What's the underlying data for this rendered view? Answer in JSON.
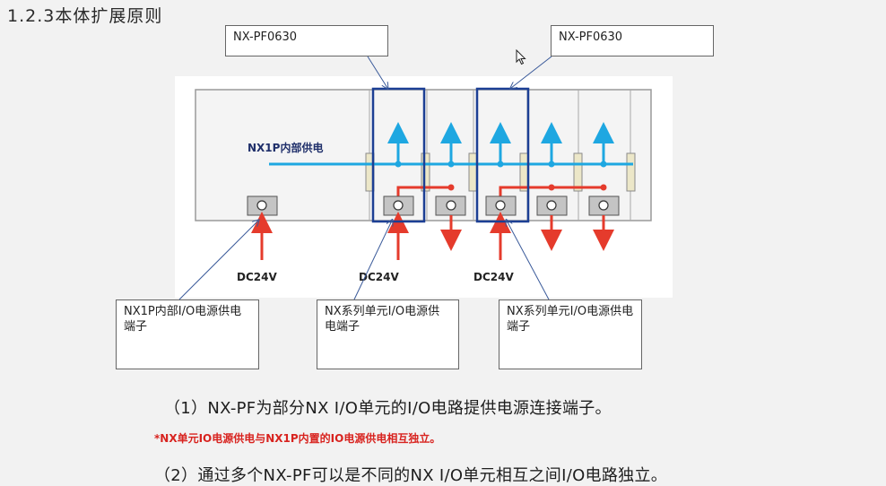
{
  "heading": "1.2.3本体扩展原则",
  "callouts": {
    "pf_left": "NX-PF0630",
    "pf_right": "NX-PF0630",
    "nx1p_terminal": "NX1P内部I/O电源供电端子",
    "nx_terminal_1": "NX系列单元I/O电源供电端子",
    "nx_terminal_2": "NX系列单元I/O电源供电端子"
  },
  "diagram": {
    "bus_label": "NX1P内部供电",
    "dc_labels": [
      "DC24V",
      "DC24V",
      "DC24V"
    ],
    "colors": {
      "internal_power": "#1ea7e1",
      "io_power": "#e53b2c",
      "highlight_box": "#1c3f94"
    }
  },
  "notes": {
    "note1": "（1）NX-PF为部分NX I/O单元的I/O电路提供电源连接端子。",
    "note_red": "*NX单元IO电源供电与NX1P内置的IO电源供电相互独立。",
    "note2": "（2）通过多个NX-PF可以是不同的NX I/O单元相互之间I/O电路独立。"
  }
}
